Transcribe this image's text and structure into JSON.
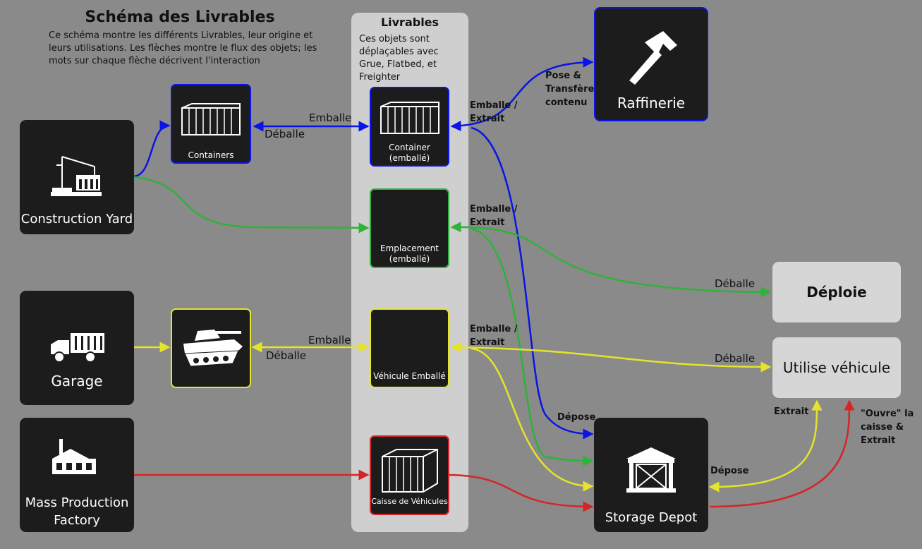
{
  "header": {
    "title": "Schéma des Livrables",
    "description": "Ce schéma montre les différents Livrables, leur origine et leurs utilisations. Les flèches montre le flux des objets; les mots sur chaque flèche décrivent l'interaction"
  },
  "panel": {
    "title": "Livrables",
    "description": "Ces objets sont déplaçables avec Grue, Flatbed, et Freighter"
  },
  "nodes": {
    "construction_yard": "Construction Yard",
    "garage": "Garage",
    "mass_production_1": "Mass Production",
    "mass_production_2": "Factory",
    "containers": "Containers",
    "container_packed_1": "Container",
    "container_packed_2": "(emballé)",
    "emplacement_1": "Emplacement",
    "emplacement_2": "(emballé)",
    "vehicule_emballe": "Véhicule Emballé",
    "caisse_vehicules": "Caisse de Véhicules",
    "raffinerie": "Raffinerie",
    "storage_depot": "Storage Depot",
    "deploie": "Déploie",
    "utilise_vehicule": "Utilise véhicule"
  },
  "edge_labels": {
    "emballe_top": "Emballe",
    "deballe_top": "Déballe",
    "emballe_bottom": "Emballe",
    "deballe_bottom": "Déballe",
    "emballe_extrait_1a": "Emballe /",
    "emballe_extrait_1b": "Extrait",
    "emballe_extrait_2a": "Emballe /",
    "emballe_extrait_2b": "Extrait",
    "emballe_extrait_3a": "Emballe /",
    "emballe_extrait_3b": "Extrait",
    "pose_1": "Pose &",
    "pose_2": "Transfère",
    "pose_3": "contenu",
    "deballe_deploie": "Déballe",
    "deballe_utilise": "Déballe",
    "depose_blue": "Dépose",
    "depose_depot": "Dépose",
    "extrait": "Extrait",
    "ouvre_1": "\"Ouvre\" la",
    "ouvre_2": "caisse &",
    "ouvre_3": "Extrait"
  },
  "icons": [
    "crane-icon",
    "truck-icon",
    "factory-icon",
    "container-icon",
    "tank-icon",
    "crate-icon",
    "hammer-icon",
    "depot-icon"
  ],
  "colors": {
    "blue": "#0a14e6",
    "green": "#2fb23a",
    "yellow": "#e4e42a",
    "red": "#d42626",
    "background": "#8a8a8a",
    "node": "#1c1c1c"
  }
}
